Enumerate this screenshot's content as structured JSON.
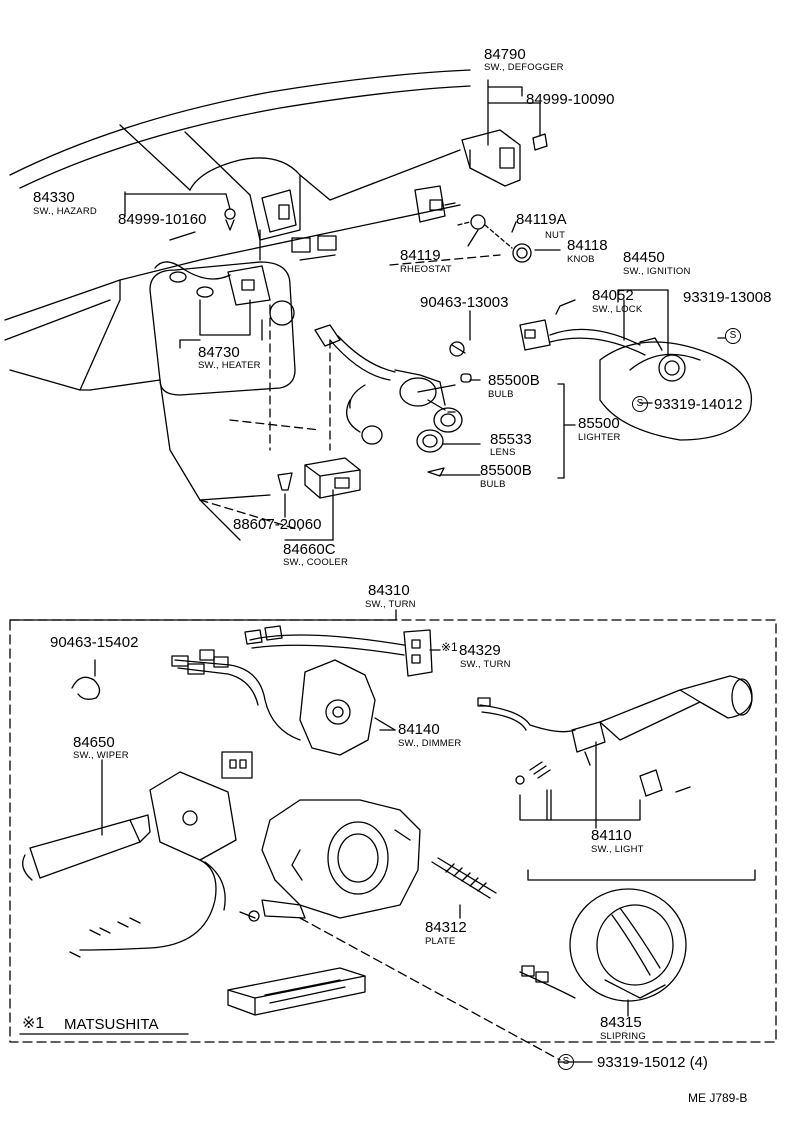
{
  "parts": {
    "p84790": {
      "number": "84790",
      "name": "SW., DEFOGGER"
    },
    "p84999_10090": {
      "number": "84999-10090"
    },
    "p84330": {
      "number": "84330",
      "name": "SW., HAZARD"
    },
    "p84999_10160": {
      "number": "84999-10160"
    },
    "p84119A": {
      "number": "84119A",
      "name": "NUT"
    },
    "p84119": {
      "number": "84119",
      "name": "RHEOSTAT"
    },
    "p84118": {
      "number": "84118",
      "name": "KNOB"
    },
    "p84450": {
      "number": "84450",
      "name": "SW., IGNITION"
    },
    "p84052": {
      "number": "84052",
      "name": "SW., LOCK"
    },
    "p93319_13008": {
      "number": "93319-13008"
    },
    "p90463_13003": {
      "number": "90463-13003"
    },
    "p84730": {
      "number": "84730",
      "name": "SW., HEATER"
    },
    "p85500B_a": {
      "number": "85500B",
      "name": "BULB"
    },
    "p93319_14012": {
      "number": "93319-14012"
    },
    "p85500": {
      "number": "85500",
      "name": "LIGHTER"
    },
    "p85533": {
      "number": "85533",
      "name": "LENS"
    },
    "p85500B_b": {
      "number": "85500B",
      "name": "BULB"
    },
    "p88607_20060": {
      "number": "88607-20060"
    },
    "p84660C": {
      "number": "84660C",
      "name": "SW., COOLER"
    },
    "p84310": {
      "number": "84310",
      "name": "SW., TURN"
    },
    "p90463_15402": {
      "number": "90463-15402"
    },
    "p84329": {
      "number": "84329",
      "name": "SW., TURN",
      "mark": "※1"
    },
    "p84140": {
      "number": "84140",
      "name": "SW., DIMMER"
    },
    "p84650": {
      "number": "84650",
      "name": "SW., WIPER"
    },
    "p84110": {
      "number": "84110",
      "name": "SW., LIGHT"
    },
    "p84312": {
      "number": "84312",
      "name": "PLATE"
    },
    "p84315": {
      "number": "84315",
      "name": "SLIPRING"
    },
    "p93319_15012": {
      "number": "93319-15012 (4)"
    }
  },
  "s_symbol": "S",
  "note": {
    "mark": "※1",
    "text": "MATSUSHITA"
  },
  "figure_code": "ME J789-B"
}
